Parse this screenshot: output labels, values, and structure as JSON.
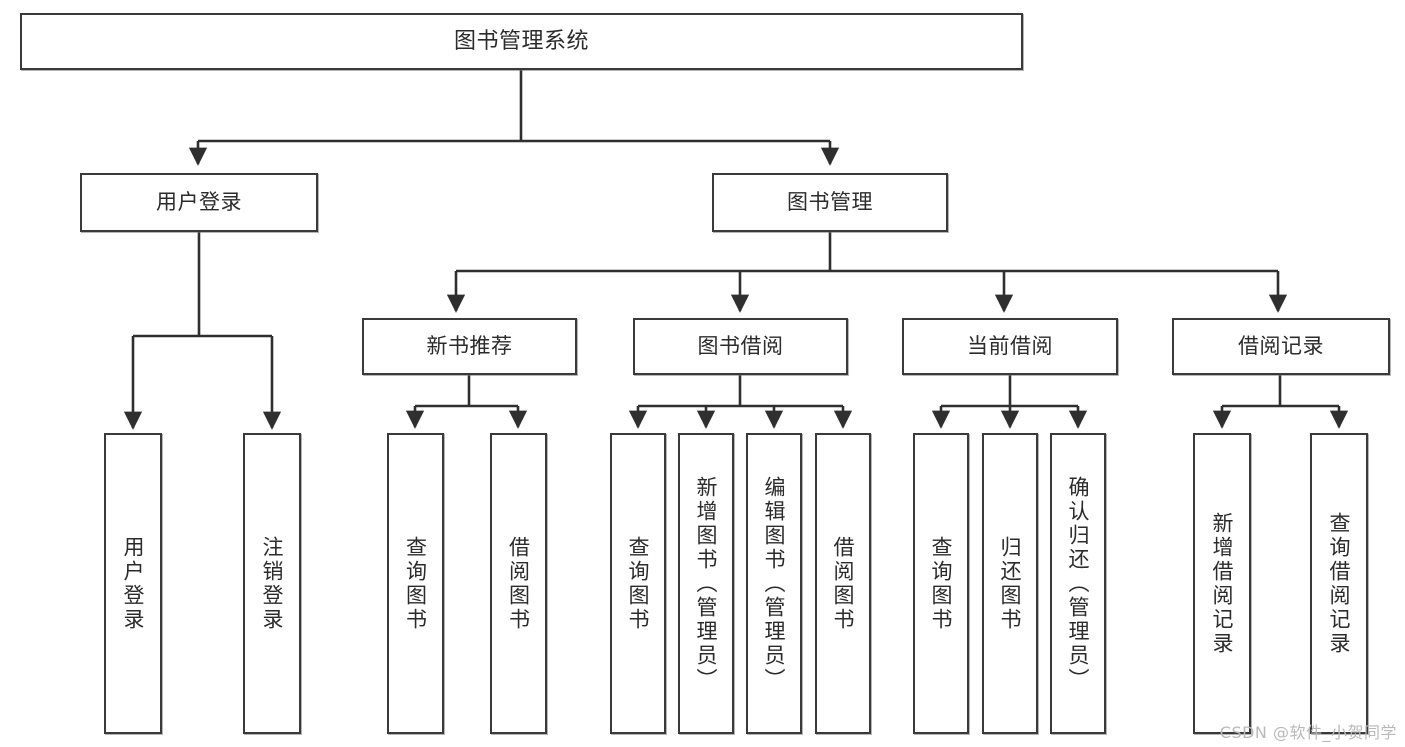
{
  "diagram": {
    "title": "图书管理系统",
    "type": "tree",
    "background_color": "#ffffff",
    "line_color": "#3a3a3a",
    "box_fill": "#ffffff",
    "text_color": "#2b2b2b",
    "watermark": "CSDN @软件_小贺同学",
    "nodes": {
      "root": {
        "label": "图书管理系统"
      },
      "level2": [
        {
          "label": "用户登录"
        },
        {
          "label": "图书管理"
        }
      ],
      "level3": [
        {
          "label": "新书推荐"
        },
        {
          "label": "图书借阅"
        },
        {
          "label": "当前借阅"
        },
        {
          "label": "借阅记录"
        }
      ],
      "leaves": {
        "user_login": [
          {
            "label": "用户登录"
          },
          {
            "label": "注销登录"
          }
        ],
        "new_book_recommend": [
          {
            "label": "查询图书"
          },
          {
            "label": "借阅图书"
          }
        ],
        "book_borrow": [
          {
            "label": "查询图书"
          },
          {
            "label": "新增图书（管理员）"
          },
          {
            "label": "编辑图书（管理员）"
          },
          {
            "label": "借阅图书"
          }
        ],
        "current_borrow": [
          {
            "label": "查询图书"
          },
          {
            "label": "归还图书"
          },
          {
            "label": "确认归还（管理员）"
          }
        ],
        "borrow_record": [
          {
            "label": "新增借阅记录"
          },
          {
            "label": "查询借阅记录"
          }
        ]
      }
    }
  }
}
